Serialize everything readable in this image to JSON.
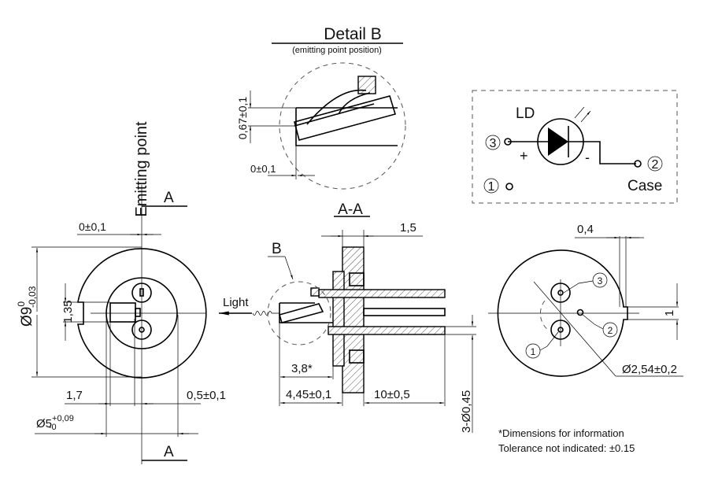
{
  "detail": {
    "title": "Detail B",
    "subtitle": "(emitting point position)",
    "dim_height": "0,67±0,1",
    "dim_offset": "0±0,1"
  },
  "front_view": {
    "label_emitting": "Emitting point",
    "section_a_top": "A",
    "section_a_bottom": "A",
    "dim_center": "0±0,1",
    "dim_outer": "Ø9",
    "dim_outer_tol_upper": "0",
    "dim_outer_tol_lower": "-0,03",
    "dim_chip": "1,35",
    "dim_17": "1,7",
    "dim_05": "0,5±0,1",
    "dim_inner": "Ø5",
    "dim_inner_tol_upper": "+0,09",
    "dim_inner_tol_lower": "-0"
  },
  "section": {
    "title": "A-A",
    "detail_marker": "B",
    "light": "Light",
    "dim_flange": "1,5",
    "dim_38": "3,8*",
    "dim_445": "4,45±0,1",
    "dim_pins": "10±0,5",
    "dim_pin_dia": "3-Ø0,45"
  },
  "rear_view": {
    "dim_notch": "0,4",
    "dim_notch_h": "1",
    "dim_pcd": "Ø2,54±0,2",
    "pin1": "1",
    "pin2": "2",
    "pin3": "3"
  },
  "schematic": {
    "ld": "LD",
    "plus": "+",
    "minus": "-",
    "pin3": "3",
    "pin1": "1",
    "pin2": "2",
    "case": "Case"
  },
  "notes": {
    "line1": "*Dimensions for information",
    "line2": "Tolerance not indicated: ±0.15"
  }
}
